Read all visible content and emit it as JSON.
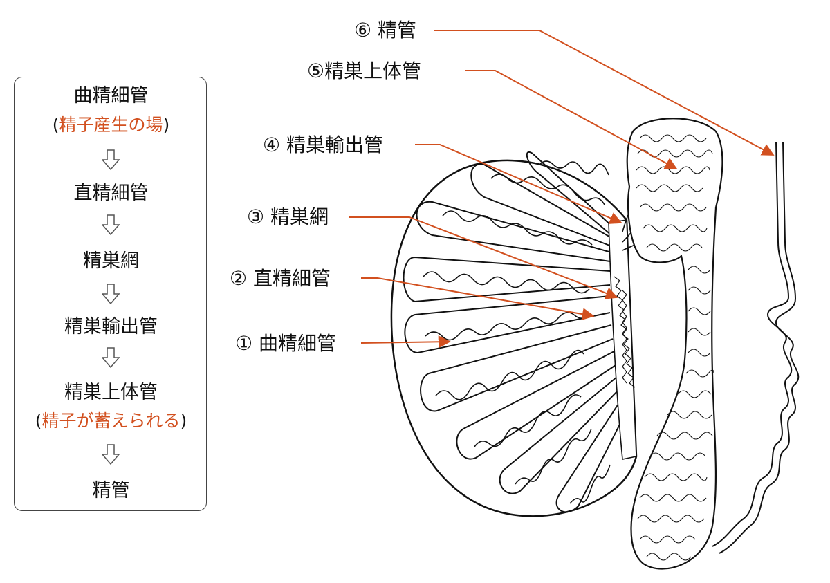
{
  "flow": {
    "steps": [
      {
        "name": "曲精細管",
        "note": "精子産生の場"
      },
      {
        "name": "直精細管"
      },
      {
        "name": "精巣網"
      },
      {
        "name": "精巣輸出管"
      },
      {
        "name": "精巣上体管",
        "note": "精子が蓄えられる"
      },
      {
        "name": "精管"
      }
    ],
    "paren_open": "(",
    "paren_close": ")",
    "arrow_icon": "hollow-down-arrow-icon"
  },
  "labels": [
    {
      "num": "⑥",
      "text": "精管"
    },
    {
      "num": "⑤",
      "text": "精巣上体管"
    },
    {
      "num": "④",
      "text": "精巣輸出管"
    },
    {
      "num": "③",
      "text": "精巣網"
    },
    {
      "num": "②",
      "text": "直精細管"
    },
    {
      "num": "①",
      "text": "曲精細管"
    }
  ],
  "colors": {
    "accent": "#d2501f",
    "line": "#111111",
    "box_border": "#444444"
  }
}
